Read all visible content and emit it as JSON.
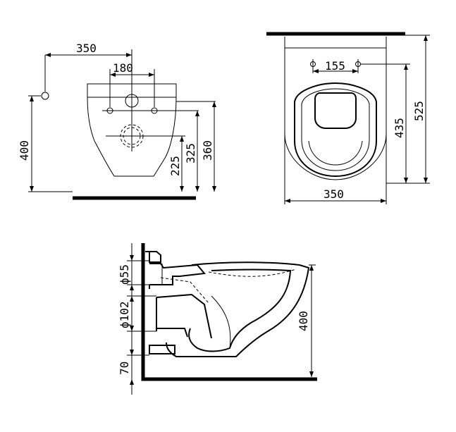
{
  "front_view": {
    "labels": {
      "width_to_pipe": "350",
      "bolt_spacing": "180",
      "pipe_height": "400",
      "inlet_height": "225",
      "outlet_height": "325",
      "bolt_height": "360"
    }
  },
  "top_view": {
    "labels": {
      "hole_spacing": "155",
      "inner_depth": "435",
      "total_depth": "525",
      "width": "350"
    }
  },
  "side_view": {
    "labels": {
      "inlet_diameter": "ϕ55",
      "outlet_diameter": "ϕ102",
      "outlet_height": "70",
      "rim_height": "400"
    }
  }
}
